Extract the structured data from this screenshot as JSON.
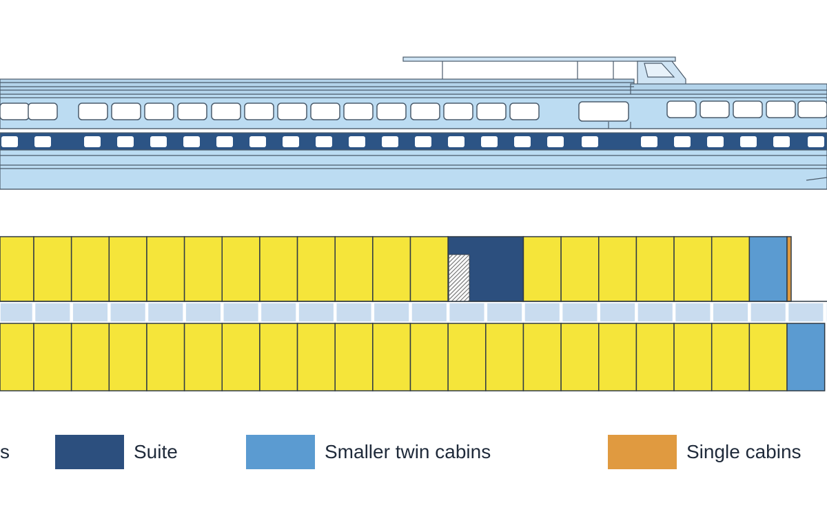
{
  "colors": {
    "standard": "#f5e53a",
    "suite": "#2c4f7e",
    "smaller_twin": "#5b9bd1",
    "single": "#e09a40",
    "corridor": "#c9dcef",
    "hull": "#bcdcf2",
    "hull_dark": "#2c5485"
  },
  "deck_plan": {
    "top_row": [
      "partial",
      "standard",
      "standard",
      "standard",
      "standard",
      "standard",
      "standard",
      "standard",
      "standard",
      "standard",
      "standard",
      "standard",
      "suite",
      "standard",
      "standard",
      "standard",
      "standard",
      "standard",
      "standard",
      "standard",
      "smaller_twin",
      "single"
    ],
    "bottom_row": [
      "partial",
      "standard",
      "standard",
      "standard",
      "standard",
      "standard",
      "standard",
      "standard",
      "standard",
      "standard",
      "standard",
      "standard",
      "standard",
      "standard",
      "standard",
      "standard",
      "standard",
      "standard",
      "standard",
      "standard",
      "standard",
      "smaller_twin"
    ]
  },
  "legend": [
    {
      "label": "s",
      "key": "standard"
    },
    {
      "label": "Suite",
      "key": "suite"
    },
    {
      "label": "Smaller twin cabins",
      "key": "smaller_twin"
    },
    {
      "label": "Single cabins",
      "key": "single"
    }
  ]
}
